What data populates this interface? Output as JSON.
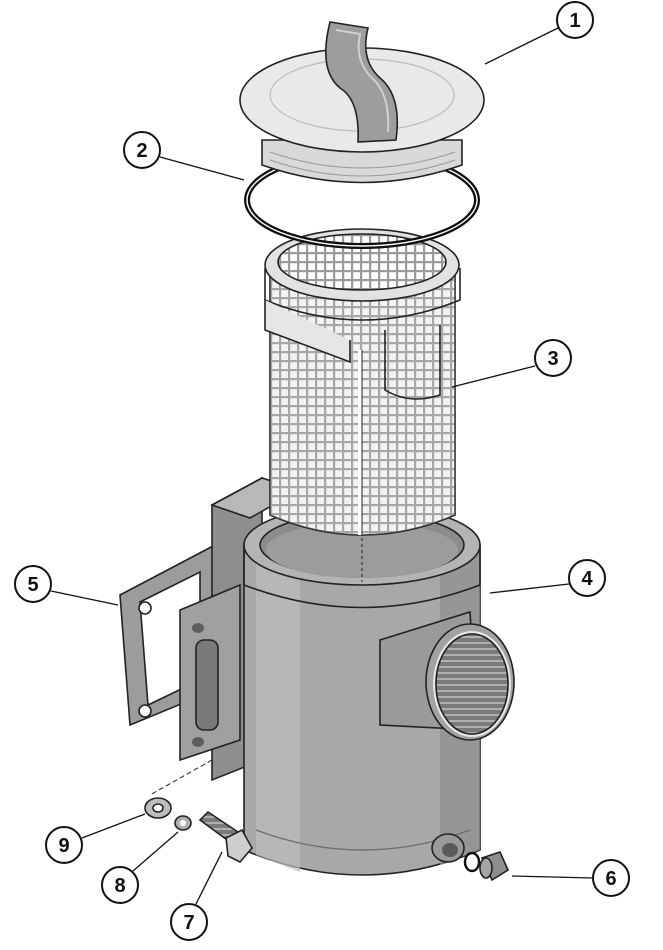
{
  "callouts": [
    {
      "id": "1",
      "label": "1",
      "part": "lid"
    },
    {
      "id": "2",
      "label": "2",
      "part": "o-ring"
    },
    {
      "id": "3",
      "label": "3",
      "part": "strainer-basket"
    },
    {
      "id": "4",
      "label": "4",
      "part": "strainer-housing"
    },
    {
      "id": "5",
      "label": "5",
      "part": "gasket"
    },
    {
      "id": "6",
      "label": "6",
      "part": "drain-plug"
    },
    {
      "id": "7",
      "label": "7",
      "part": "bolt"
    },
    {
      "id": "8",
      "label": "8",
      "part": "lock-washer"
    },
    {
      "id": "9",
      "label": "9",
      "part": "flat-washer"
    }
  ],
  "colors": {
    "body": "#a8a8a8",
    "body_dark": "#8e8e8e",
    "body_light": "#c4c4c4",
    "lid": "#e6e6e6",
    "basket_mesh": "#cfcfcf",
    "outline": "#222222",
    "callout_fill": "#ffffff"
  }
}
